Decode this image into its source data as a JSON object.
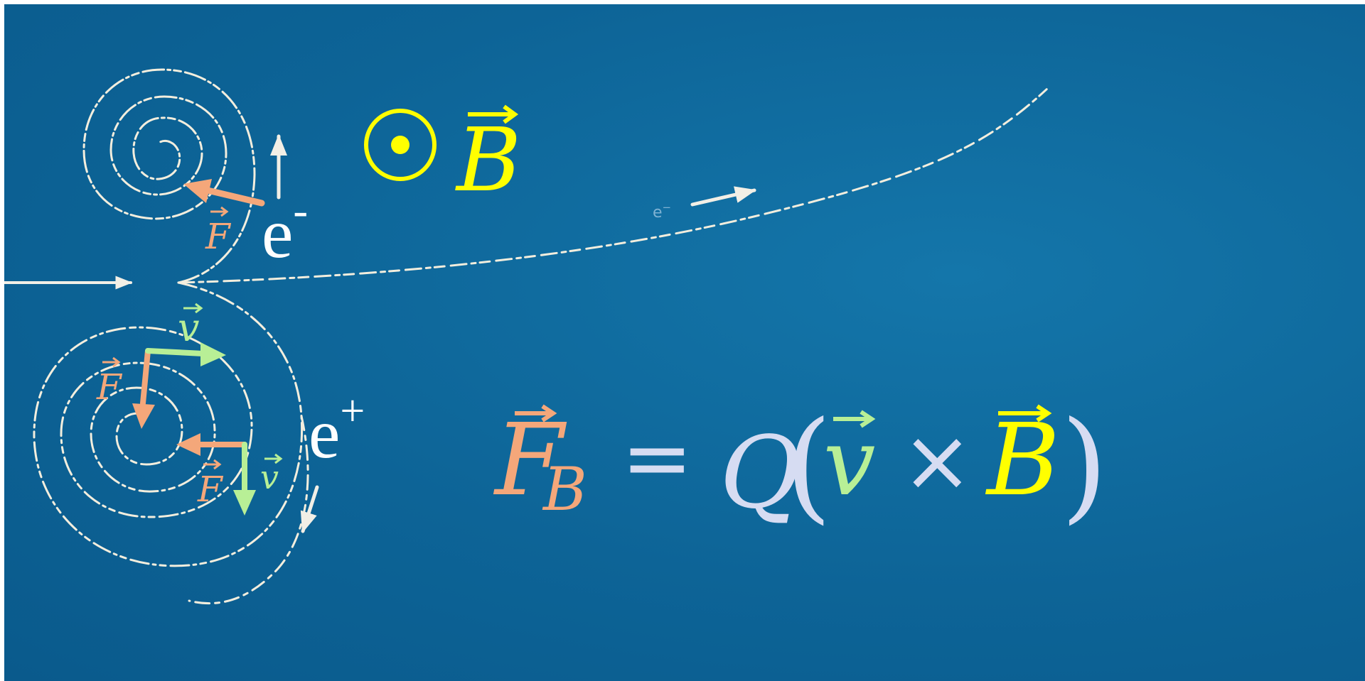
{
  "diagram": {
    "electron_label": "e",
    "electron_sup": "-",
    "positron_label": "e",
    "positron_sup": "+",
    "track_label": "e",
    "track_label_sup": "−",
    "force_symbol": "F",
    "velocity_symbol": "v",
    "field_symbol": "B"
  },
  "formula": {
    "force": "F",
    "force_sub": "B",
    "equals": "=",
    "charge": "Q",
    "open_paren": "(",
    "velocity": "v",
    "times": "×",
    "field": "B",
    "close_paren": ")"
  },
  "colors": {
    "background": "#0d6497",
    "force": "#f4a77a",
    "velocity": "#b8ef96",
    "field": "#ffff00",
    "formula_text": "#d6dcf2",
    "track": "#f3eede"
  }
}
